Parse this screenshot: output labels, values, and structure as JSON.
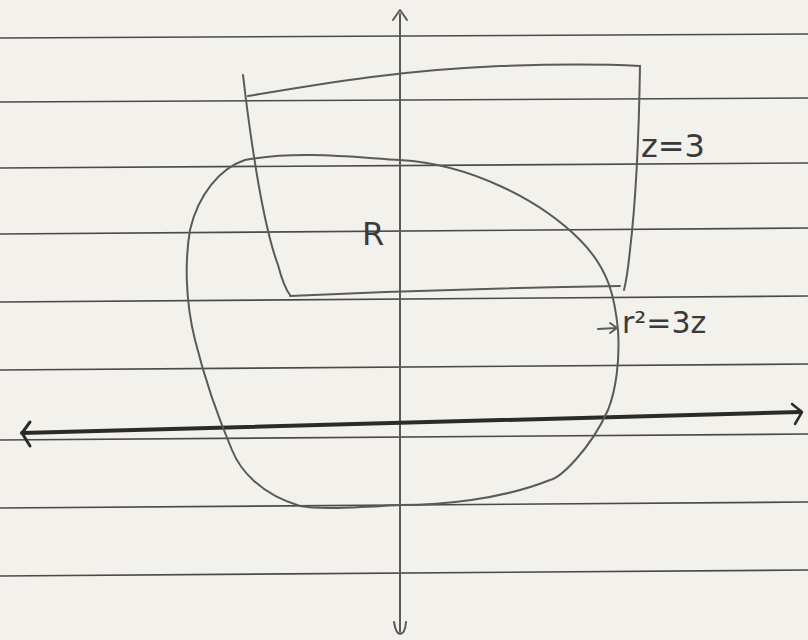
{
  "diagram": {
    "labels": [
      "R",
      "z=3",
      "r²=3z"
    ]
  }
}
